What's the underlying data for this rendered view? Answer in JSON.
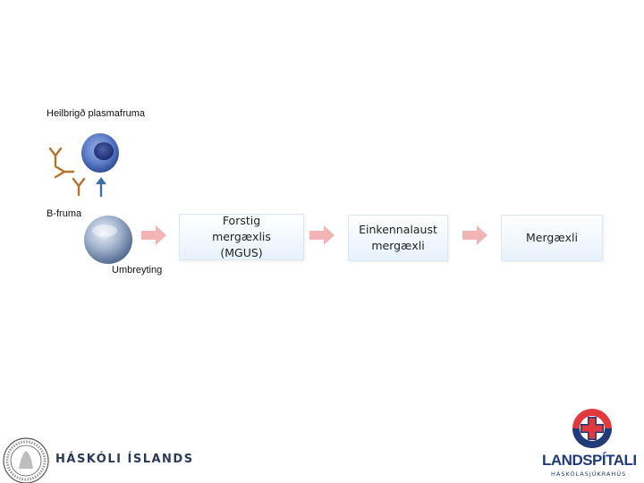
{
  "labels": {
    "healthy_plasma_cell": "Heilbrigð plasmafruma",
    "b_cell": "B-fruma",
    "transformation": "Umbreyting"
  },
  "stages": [
    {
      "label": "Forstig mergæxlis (MGUS)"
    },
    {
      "label": "Einkennalaust mergæxli"
    },
    {
      "label": "Mergæxli"
    }
  ],
  "logos": {
    "university": "HÁSKÓLI ÍSLANDS",
    "hospital": "LANDSPÍTALI",
    "hospital_sub": "HÁSKÓLASJÚKRAHÚS"
  },
  "colors": {
    "arrow": "#f2b4b4",
    "up_arrow": "#3f6fa8",
    "antibody": "#b5732c",
    "box_border": "#dbe7f3",
    "lsh_red": "#e03a3e",
    "lsh_blue": "#1f3c78"
  }
}
